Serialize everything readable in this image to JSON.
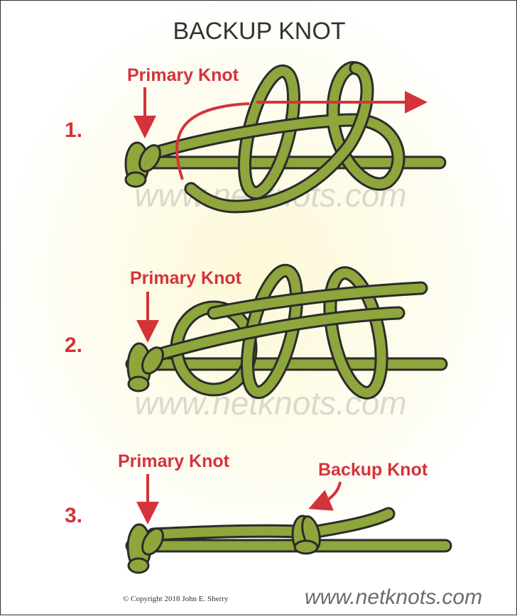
{
  "title": "BACKUP KNOT",
  "steps": [
    {
      "number": "1.",
      "label": "Primary Knot"
    },
    {
      "number": "2.",
      "label": "Primary Knot"
    },
    {
      "number": "3.",
      "label": "Primary Knot",
      "label2": "Backup Knot"
    }
  ],
  "watermark": "www.netknots.com",
  "footer": {
    "copyright": "© Copyright  2018  John E. Sherry",
    "website": "www.netknots.com"
  },
  "colors": {
    "rope": "#8ea63c",
    "outline": "#2b2b2b",
    "accent": "#d4333a"
  }
}
